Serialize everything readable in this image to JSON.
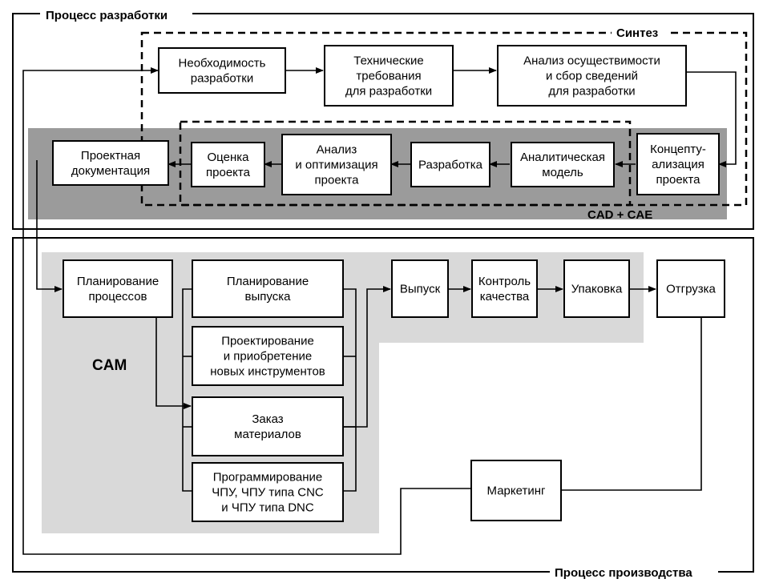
{
  "frames": {
    "development": {
      "title": "Процесс разработки"
    },
    "production": {
      "title": "Процесс производства"
    }
  },
  "regions": {
    "synthesis": {
      "title": "Синтез"
    },
    "cad_cae": {
      "title": "CAD + CAE"
    },
    "cam": {
      "title": "CAM"
    }
  },
  "boxes": [
    {
      "id": "need",
      "lines": [
        "Необходимость",
        "разработки"
      ]
    },
    {
      "id": "tech_req",
      "lines": [
        "Технические",
        "требования",
        "для разработки"
      ]
    },
    {
      "id": "feasibility",
      "lines": [
        "Анализ осуществимости",
        "и сбор сведений",
        "для разработки"
      ]
    },
    {
      "id": "conceptualization",
      "lines": [
        "Концепту-",
        "ализация",
        "проекта"
      ]
    },
    {
      "id": "analytical_model",
      "lines": [
        "Аналитическая",
        "модель"
      ]
    },
    {
      "id": "design",
      "lines": [
        "Разработка"
      ]
    },
    {
      "id": "analysis_optimization",
      "lines": [
        "Анализ",
        "и оптимизация",
        "проекта"
      ]
    },
    {
      "id": "evaluation",
      "lines": [
        "Оценка",
        "проекта"
      ]
    },
    {
      "id": "documentation",
      "lines": [
        "Проектная",
        "документация"
      ]
    },
    {
      "id": "process_planning",
      "lines": [
        "Планирование",
        "процессов"
      ]
    },
    {
      "id": "production_planning",
      "lines": [
        "Планирование",
        "выпуска"
      ]
    },
    {
      "id": "tool_design",
      "lines": [
        "Проектирование",
        "и приобретение",
        "новых инструментов"
      ]
    },
    {
      "id": "material_order",
      "lines": [
        "Заказ",
        "материалов"
      ]
    },
    {
      "id": "nc_programming",
      "lines": [
        "Программирование",
        "ЧПУ, ЧПУ типа CNC",
        "и ЧПУ типа DNC"
      ]
    },
    {
      "id": "release",
      "lines": [
        "Выпуск"
      ]
    },
    {
      "id": "quality_control",
      "lines": [
        "Контроль",
        "качества"
      ]
    },
    {
      "id": "packaging",
      "lines": [
        "Упаковка"
      ]
    },
    {
      "id": "shipping",
      "lines": [
        "Отгрузка"
      ]
    },
    {
      "id": "marketing",
      "lines": [
        "Маркетинг"
      ]
    }
  ],
  "colors": {
    "cad_fill": "#9b9b9b",
    "cam_fill": "#d9d9d9",
    "line": "#000000",
    "box_fill": "#ffffff"
  }
}
